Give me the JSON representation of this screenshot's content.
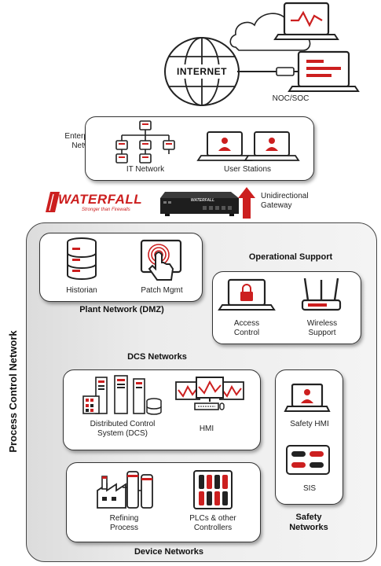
{
  "internet": {
    "label": "INTERNET"
  },
  "noc": {
    "label": "NOC/SOC"
  },
  "enterprise": {
    "title_line1": "Enterprise",
    "title_line2": "Network",
    "it_network": "IT Network",
    "user_stations": "User Stations"
  },
  "waterfall": {
    "brand": "WATERFALL",
    "tagline": "Stronger than Firewalls",
    "device_label": "WATERFALL",
    "gateway_line1": "Unidirectional",
    "gateway_line2": "Gateway"
  },
  "pcn": {
    "title": "Process Control Network"
  },
  "dmz": {
    "title": "Plant Network (DMZ)",
    "historian": "Historian",
    "patch_mgmt": "Patch Mgmt"
  },
  "ops": {
    "title": "Operational Support",
    "access_line1": "Access",
    "access_line2": "Control",
    "wireless_line1": "Wireless",
    "wireless_line2": "Support"
  },
  "dcs": {
    "title": "DCS Networks",
    "dcs_line1": "Distributed Control",
    "dcs_line2": "System (DCS)",
    "hmi": "HMI"
  },
  "safety": {
    "safety_hmi": "Safety HMI",
    "sis": "SIS",
    "title_line1": "Safety",
    "title_line2": "Networks"
  },
  "device": {
    "title": "Device Networks",
    "refining_line1": "Refining",
    "refining_line2": "Process",
    "plc_line1": "PLCs & other",
    "plc_line2": "Controllers"
  },
  "colors": {
    "accent": "#cc1f1f",
    "frame": "#333333",
    "panel_bg": "#ffffff",
    "pcn_bg": "#e8e8e8"
  }
}
